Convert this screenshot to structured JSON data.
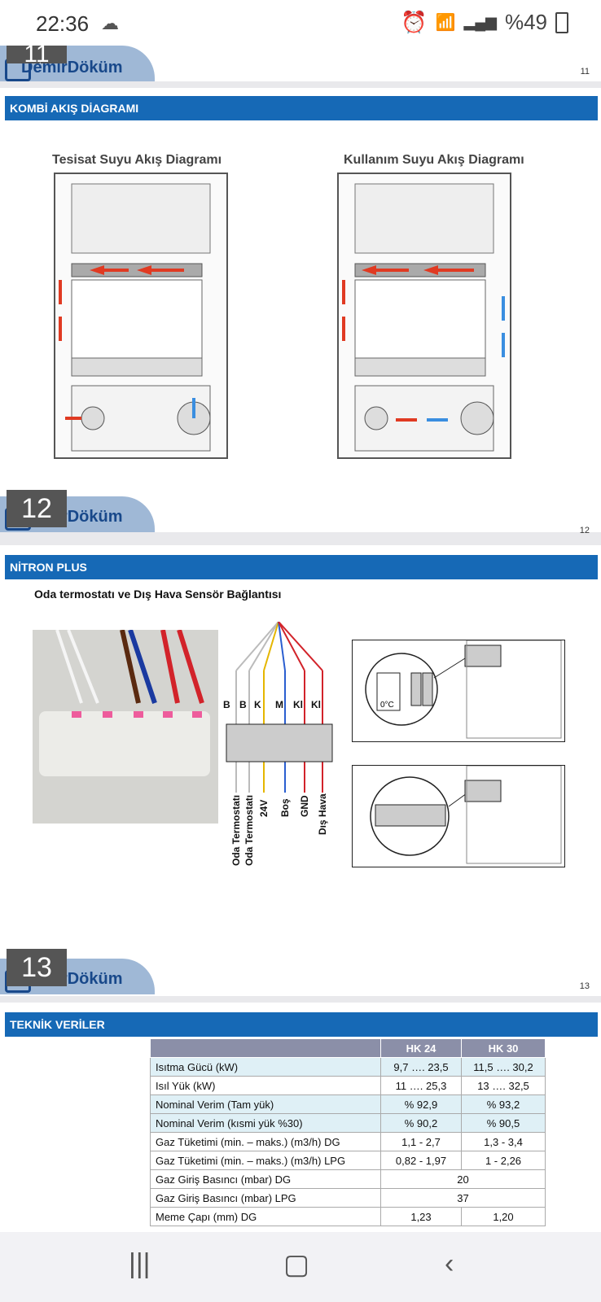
{
  "status_bar": {
    "time": "22:36",
    "battery": "%49"
  },
  "page11": {
    "number_small": "11",
    "number_box": "11",
    "brand": "DemirDöküm"
  },
  "page12": {
    "section_title": "KOMBİ AKIŞ DİAGRAMI",
    "diagram_left_title": "Tesisat Suyu Akış Diagramı",
    "diagram_right_title": "Kullanım Suyu Akış Diagramı",
    "number_box": "12",
    "number_small": "12",
    "brand": "DemirDöküm"
  },
  "page13": {
    "section_title": "NİTRON PLUS",
    "subtitle": "Oda termostatı ve Dış Hava Sensör Bağlantısı",
    "wire_letters": [
      "B",
      "B",
      "K",
      "M",
      "Kl",
      "Kl"
    ],
    "terminal_labels": [
      "Oda Termostatı",
      "Oda Termostatı",
      "24V",
      "Boş",
      "GND",
      "Dış Hava"
    ],
    "thermostat_unit": "0°C",
    "number_box": "13",
    "number_small": "13",
    "brand": "DemirDöküm"
  },
  "page14": {
    "section_title": "TEKNİK VERİLER",
    "table": {
      "headers": [
        "",
        "HK 24",
        "HK 30"
      ],
      "rows": [
        [
          "Isıtma Gücü (kW)",
          "9,7 …. 23,5",
          "11,5 …. 30,2"
        ],
        [
          "Isıl Yük (kW)",
          "11 …. 25,3",
          "13 …. 32,5"
        ],
        [
          "Nominal Verim (Tam yük)",
          "% 92,9",
          "% 93,2"
        ],
        [
          "Nominal Verim (kısmi yük %30)",
          "% 90,2",
          "% 90,5"
        ],
        [
          "Gaz Tüketimi (min. – maks.) (m3/h) DG",
          "1,1 - 2,7",
          "1,3 - 3,4"
        ],
        [
          "Gaz Tüketimi (min. – maks.) (m3/h) LPG",
          "0,82 - 1,97",
          "1 - 2,26"
        ],
        [
          "Gaz Giriş Basıncı (mbar) DG",
          "20"
        ],
        [
          "Gaz Giriş Basıncı (mbar) LPG",
          "37"
        ],
        [
          "Meme Çapı (mm) DG",
          "1,23",
          "1,20"
        ]
      ]
    }
  },
  "colors": {
    "blue_bar": "#1669b6",
    "flow_red": "#e03a22",
    "flow_blue": "#3a8ee0"
  }
}
